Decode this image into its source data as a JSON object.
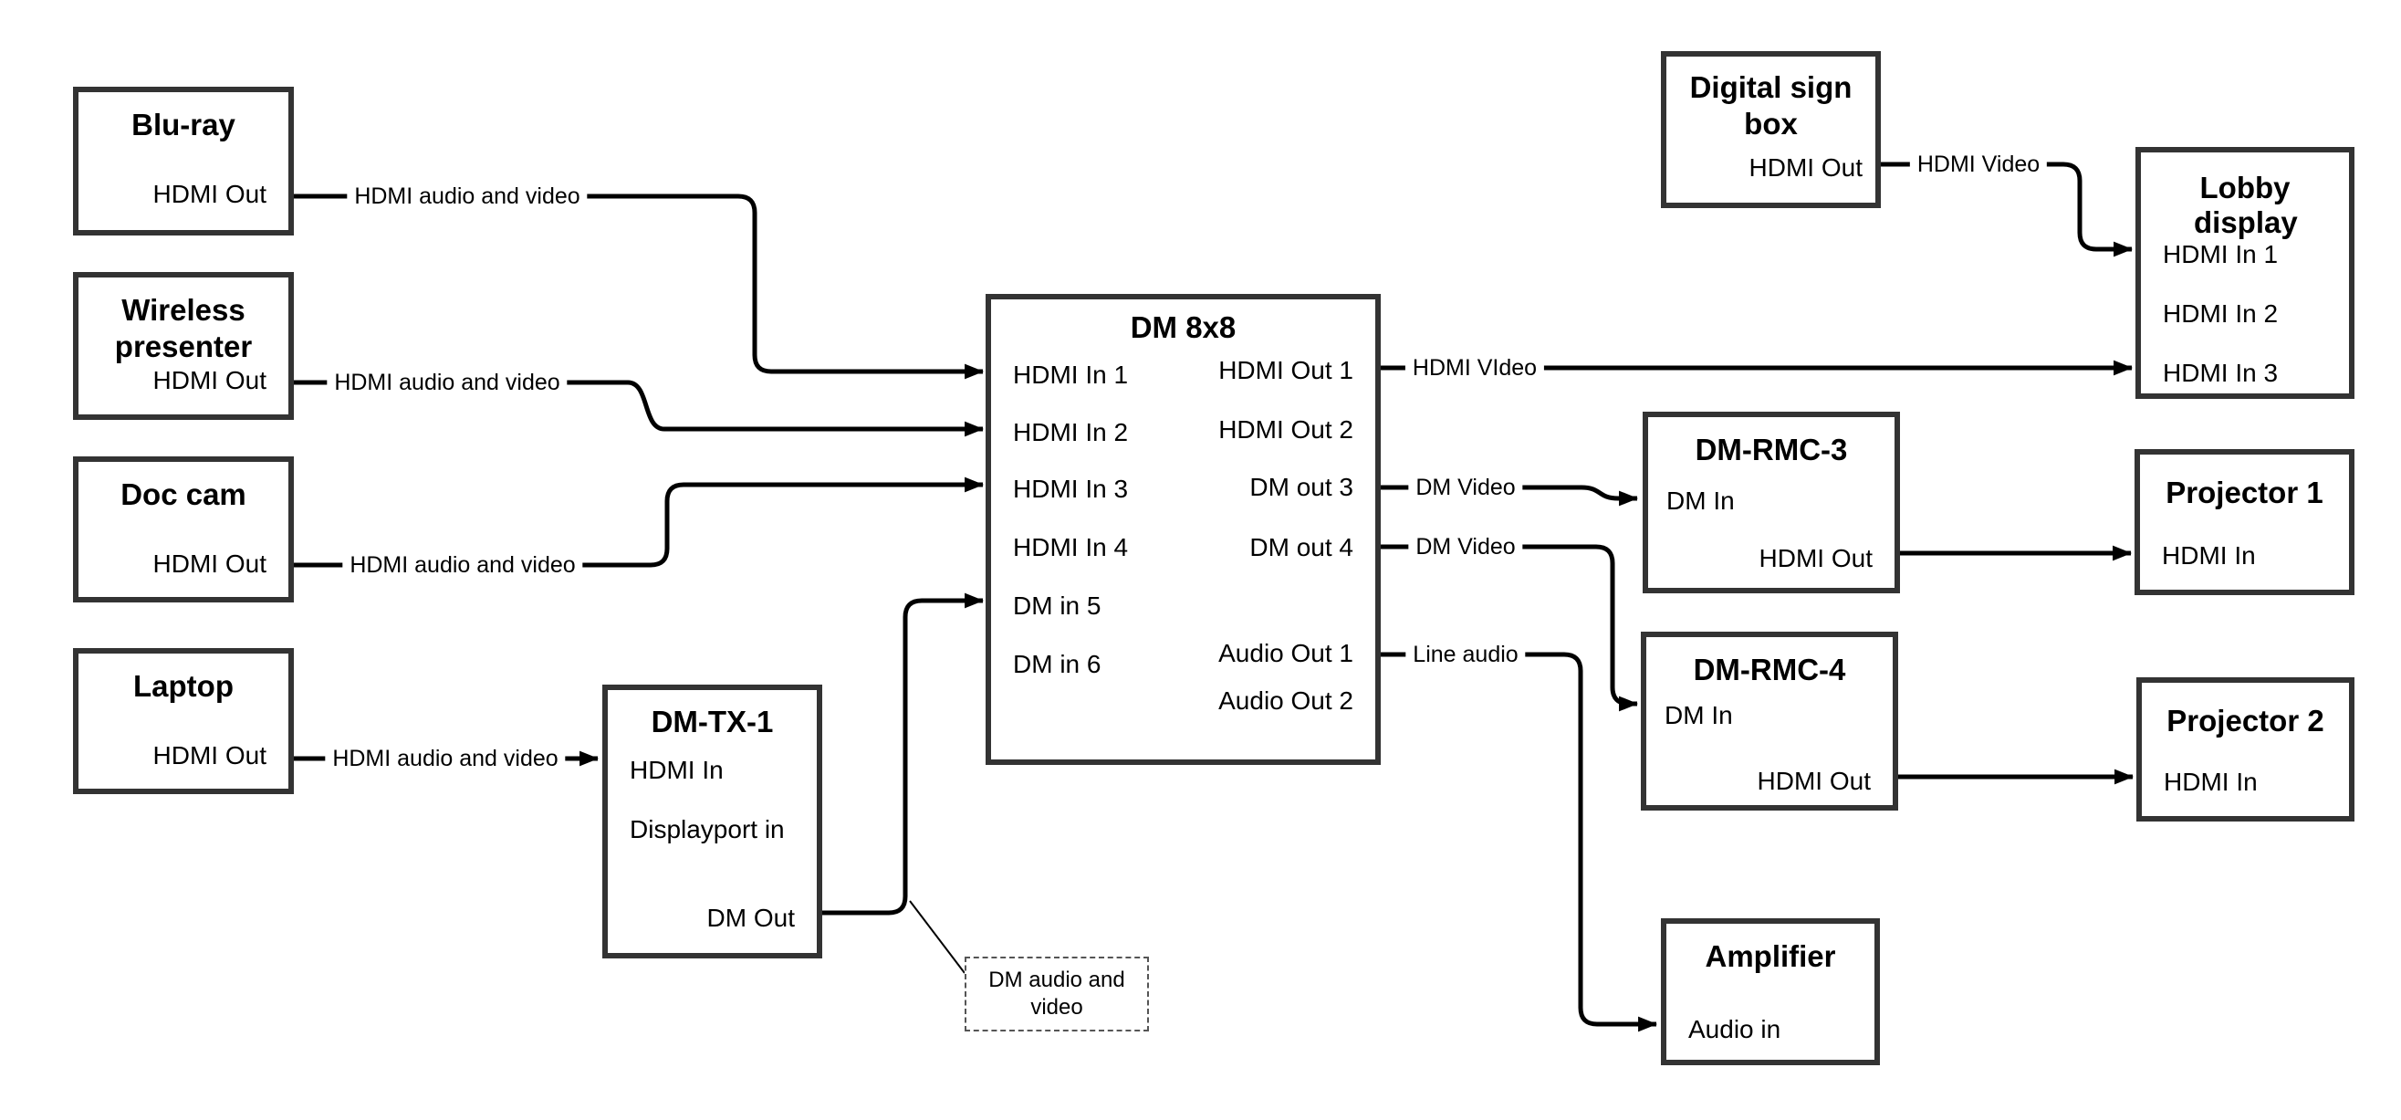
{
  "nodes": {
    "blu_ray": {
      "title": "Blu-ray",
      "ports": {
        "out": "HDMI Out"
      }
    },
    "wireless_presenter": {
      "title": "Wireless presenter",
      "ports": {
        "out": "HDMI Out"
      }
    },
    "doc_cam": {
      "title": "Doc cam",
      "ports": {
        "out": "HDMI Out"
      }
    },
    "laptop": {
      "title": "Laptop",
      "ports": {
        "out": "HDMI Out"
      }
    },
    "dm_tx_1": {
      "title": "DM-TX-1",
      "ports": {
        "hdmi_in": "HDMI In",
        "displayport_in": "Displayport in",
        "dm_out": "DM Out"
      }
    },
    "dm_8x8": {
      "title": "DM 8x8",
      "inputs": [
        "HDMI In 1",
        "HDMI In 2",
        "HDMI In 3",
        "HDMI In 4",
        "DM in 5",
        "DM in 6"
      ],
      "outputs": [
        "HDMI Out 1",
        "HDMI Out 2",
        "DM out 3",
        "DM out 4",
        "Audio Out 1",
        "Audio Out 2"
      ]
    },
    "digital_sign_box": {
      "title": "Digital sign box",
      "ports": {
        "out": "HDMI Out"
      }
    },
    "lobby_display": {
      "title": "Lobby display",
      "inputs": [
        "HDMI In 1",
        "HDMI In 2",
        "HDMI In 3"
      ]
    },
    "dm_rmc_3": {
      "title": "DM-RMC-3",
      "ports": {
        "dm_in": "DM In",
        "hdmi_out": "HDMI Out"
      }
    },
    "projector_1": {
      "title": "Projector 1",
      "ports": {
        "in": "HDMI In"
      }
    },
    "dm_rmc_4": {
      "title": "DM-RMC-4",
      "ports": {
        "dm_in": "DM In",
        "hdmi_out": "HDMI Out"
      }
    },
    "projector_2": {
      "title": "Projector 2",
      "ports": {
        "in": "HDMI In"
      }
    },
    "amplifier": {
      "title": "Amplifier",
      "ports": {
        "audio_in": "Audio in"
      }
    }
  },
  "labels": {
    "blu_ray_wire": "HDMI audio and video",
    "wireless_wire": "HDMI audio and video",
    "doc_cam_wire": "HDMI audio and video",
    "laptop_wire": "HDMI audio and video",
    "hdmi_out1_wire": "HDMI VIdeo",
    "dm_out3_wire": "DM Video",
    "dm_out4_wire": "DM Video",
    "audio_out1_wire": "Line audio",
    "sign_box_wire": "HDMI Video",
    "dm_note": "DM audio and video"
  },
  "colors": {
    "wire": "#000000",
    "box_border": "#333333",
    "text": "#000000"
  }
}
